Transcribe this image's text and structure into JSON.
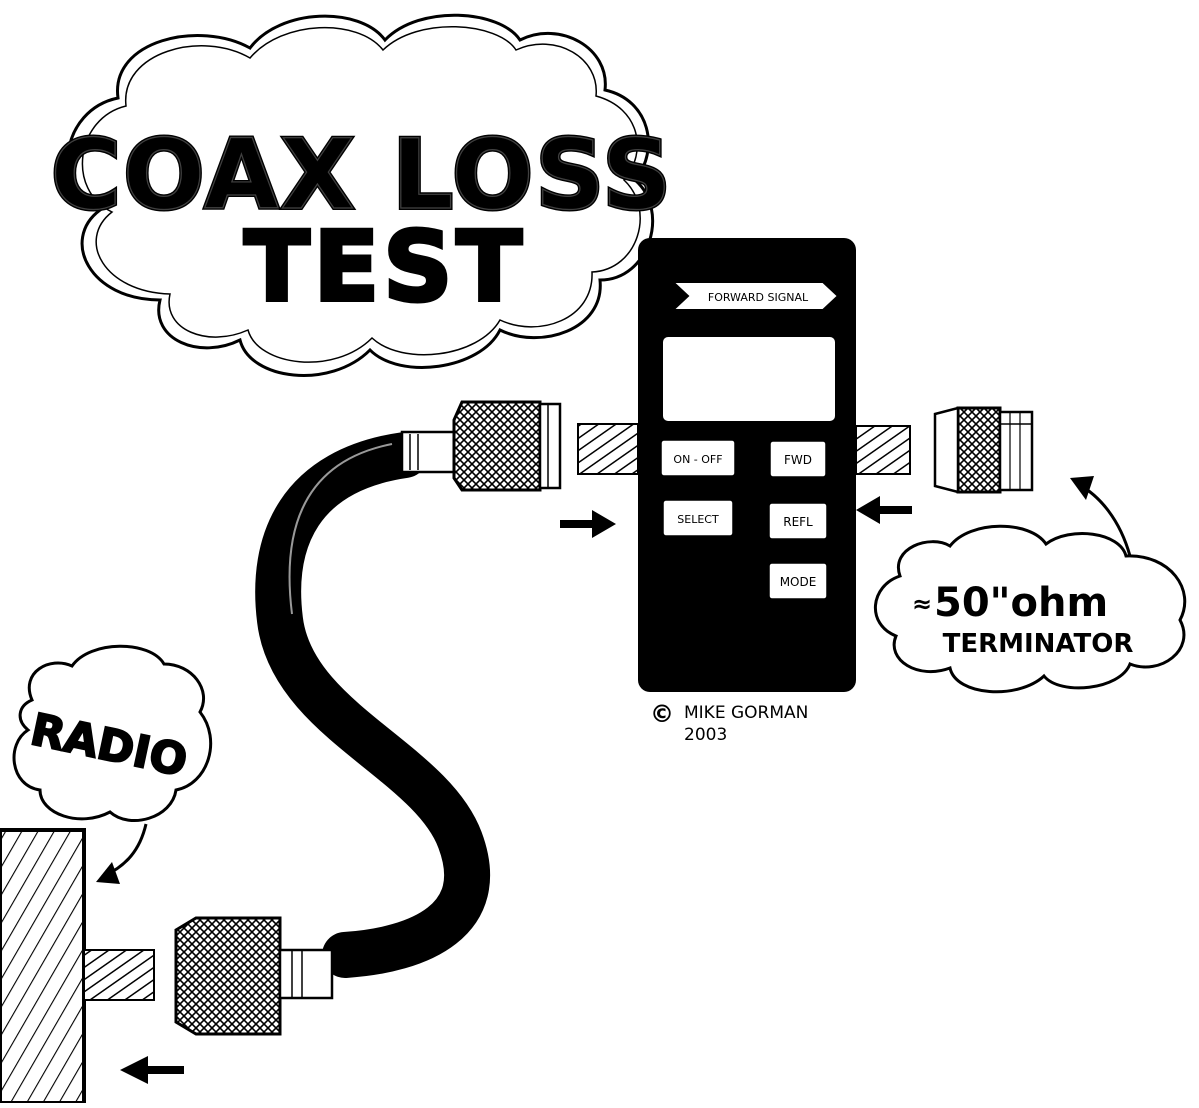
{
  "title": {
    "line1": "COAX LOSS",
    "line2": "TEST"
  },
  "meter": {
    "display_label": "FORWARD SIGNAL",
    "buttons": {
      "on_off": "ON - OFF",
      "select": "SELECT",
      "fwd": "FWD",
      "refl": "REFL",
      "mode": "MODE"
    }
  },
  "labels": {
    "radio": "RADIO",
    "terminator_line1": "50\"ohm",
    "terminator_line2": "TERMINATOR",
    "terminator_prefix": "≈"
  },
  "credit": {
    "symbol": "©",
    "name": "MIKE GORMAN",
    "year": "2003"
  },
  "colors": {
    "ink": "#000000",
    "paper": "#ffffff"
  }
}
